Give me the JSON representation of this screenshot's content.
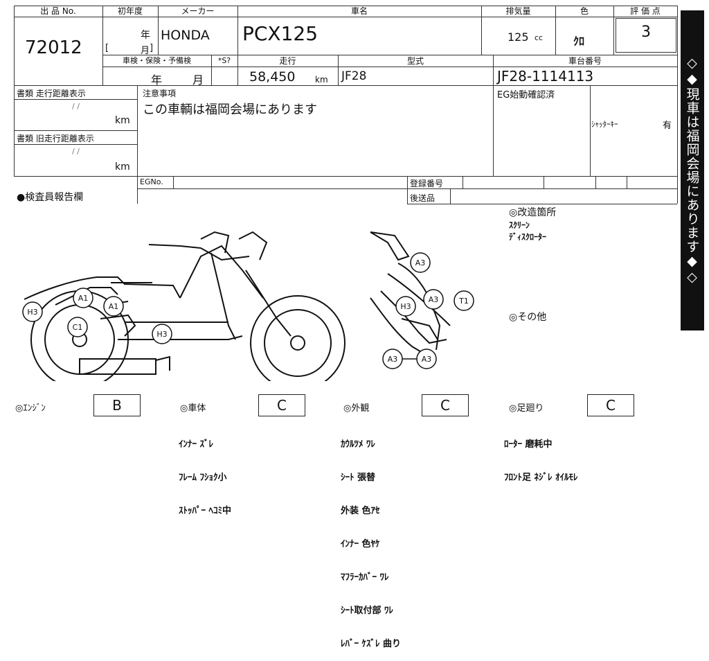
{
  "header": {
    "lot_label": "出 品 No.",
    "lot_no": "72012",
    "year_label": "初年度",
    "year_unit": "年",
    "month_unit": "月",
    "bracket_open": "[",
    "bracket_close": "]",
    "maker_label": "メーカー",
    "maker": "HONDA",
    "model_label": "車名",
    "model": "PCX125",
    "cc_label": "排気量",
    "cc_value": "125",
    "cc_unit": "cc",
    "color_label": "色",
    "color": "ｸﾛ",
    "score_label": "評 価 点",
    "score": "3"
  },
  "row2": {
    "inspection_label": "車検・保険・予備検",
    "ask_label": "*S?",
    "year": "年",
    "month": "月",
    "mileage_label": "走行",
    "mileage": "58,450",
    "mileage_unit": "km",
    "type_label": "型式",
    "type": "JF28",
    "frame_label": "車台番号",
    "frame": "JF28-1114113"
  },
  "docs": {
    "doc1_label": "書類 走行距離表示",
    "doc1_slash": "/ /",
    "doc1_unit": "km",
    "doc2_label": "書類 旧走行距離表示",
    "doc2_slash": "/ /",
    "doc2_unit": "km"
  },
  "notes": {
    "label": "注意事項",
    "text": "この車輌は福岡会場にあります",
    "eg_label": "EG始動確認済",
    "shutter_label": "ｼｬｯﾀｰｷｰ",
    "shutter_value": "有",
    "egno_label": "EGNo.",
    "reg_label": "登録番号",
    "ship_label": "後送品"
  },
  "inspector": {
    "label": "●検査員報告欄",
    "mod_label": "◎改造箇所",
    "mod_items": [
      "ｽｸﾘｰﾝ",
      "ﾃﾞｨｽｸﾛｰﾀｰ"
    ],
    "other_label": "◎その他"
  },
  "side_text": "◇◆現車は福岡会場にあります◆◇",
  "diagram": {
    "left_markers": [
      "H3",
      "A1",
      "A1",
      "C1",
      "H3"
    ],
    "right_markers": [
      "A3",
      "H3",
      "A3",
      "T1",
      "A3",
      "A3"
    ]
  },
  "grades": {
    "engine_label": "◎ｴﾝｼﾞﾝ",
    "engine": "B",
    "body_label": "◎車体",
    "body": "C",
    "exterior_label": "◎外観",
    "exterior": "C",
    "chassis_label": "◎足廻り",
    "chassis": "C",
    "body_notes": [
      "ｲﾝﾅｰ ｽﾞﾚ",
      "ﾌﾚｰﾑ ﾌｼｮｸ小",
      "ｽﾄｯﾊﾟｰ ﾍｺﾐ中"
    ],
    "exterior_notes": [
      "ｶｳﾙﾂﾒ ﾜﾚ",
      "ｼｰﾄ 張替",
      "外装 色ｱｾ",
      "ｲﾝﾅｰ 色ﾔｹ",
      "ﾏﾌﾗｰｶﾊﾞｰ ﾜﾚ",
      "ｼｰﾄ取付部 ﾜﾚ",
      "ﾚﾊﾞｰ ｹｽﾞﾚ 曲り"
    ],
    "chassis_notes": [
      "ﾛｰﾀｰ 磨耗中",
      "ﾌﾛﾝﾄ足 ﾈｼﾞﾚ ｵｲﾙﾓﾚ"
    ]
  }
}
